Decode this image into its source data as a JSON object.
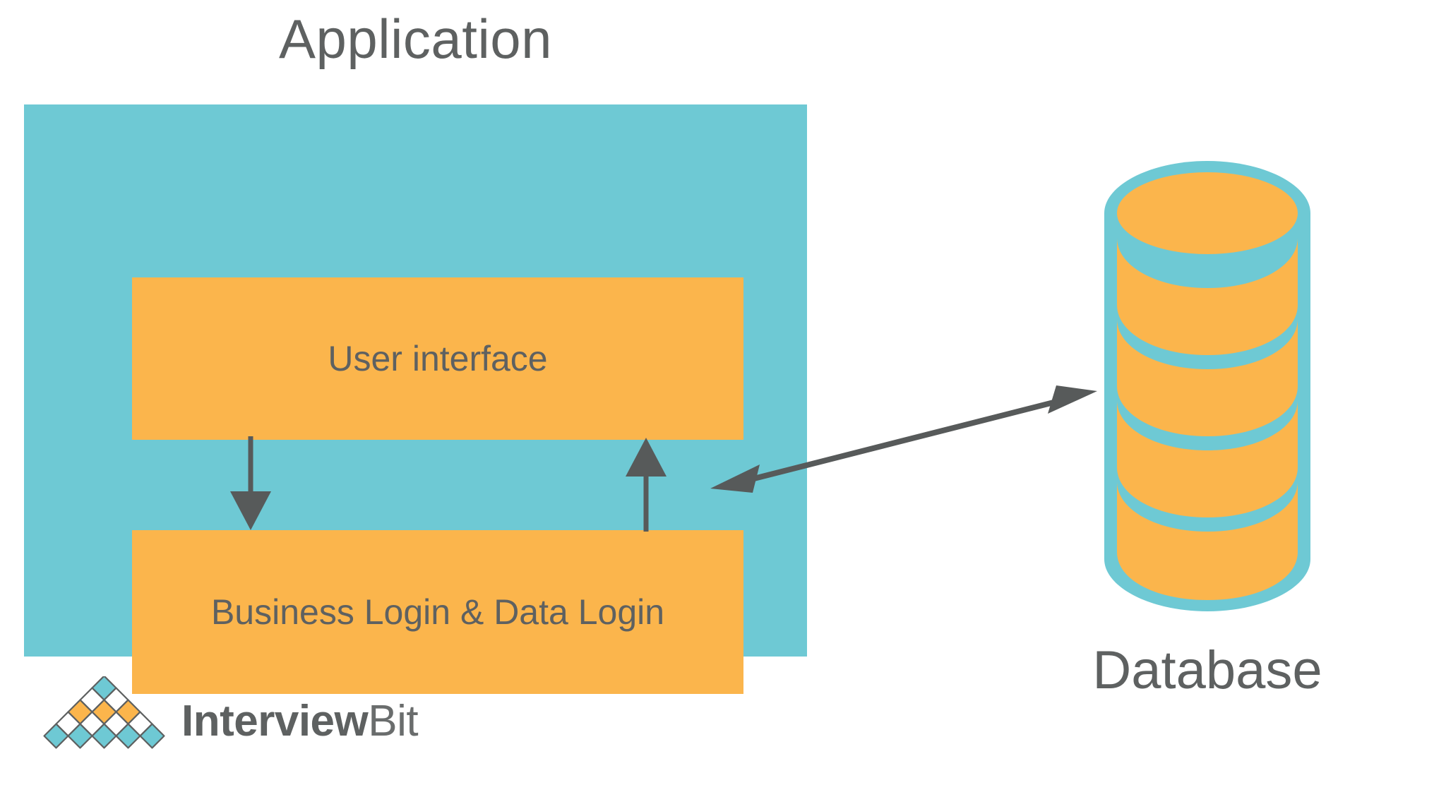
{
  "diagram": {
    "type": "architecture-block-diagram",
    "background_color": "#ffffff",
    "palette": {
      "teal": "#6ec9d4",
      "orange": "#fbb54c",
      "text_gray": "#5e6161",
      "arrow_gray": "#575a5a"
    },
    "application": {
      "title": "Application",
      "panel_color": "#6ec9d4",
      "blocks": [
        {
          "id": "user-interface",
          "label": "User interface",
          "color": "#fbb54c"
        },
        {
          "id": "business-logic",
          "label": "Business Login & Data Login",
          "color": "#fbb54c"
        }
      ],
      "connectors": [
        {
          "id": "ui-to-logic",
          "from": "user-interface",
          "to": "business-logic",
          "direction": "down",
          "heads": 1
        },
        {
          "id": "logic-to-ui",
          "from": "business-logic",
          "to": "user-interface",
          "direction": "up",
          "heads": 1
        }
      ]
    },
    "database": {
      "label": "Database",
      "icon": "database-cylinder-icon",
      "fill_color": "#fbb54c",
      "stroke_color": "#6ec9d4",
      "band_count": 3
    },
    "link": {
      "id": "logic-to-database",
      "from": "business-logic",
      "to": "database",
      "direction": "bidirectional",
      "heads": 2
    }
  },
  "brand": {
    "name_bold": "Interview",
    "name_light": "Bit",
    "mark": "interviewbit-diamond-pyramid-logo",
    "mark_rows": [
      {
        "count": 1,
        "color": "#6ec9d4"
      },
      {
        "count": 2,
        "color": "#ffffff"
      },
      {
        "count": 3,
        "color": "#fbb54c"
      },
      {
        "count": 4,
        "color": "#ffffff"
      },
      {
        "count": 5,
        "color": "#6ec9d4"
      }
    ],
    "mark_outline_color": "#5e6161"
  }
}
